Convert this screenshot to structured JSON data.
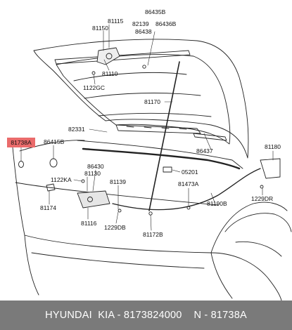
{
  "part_labels": {
    "p81115": "81115",
    "p81150": "81150",
    "p86435B": "86435B",
    "p82139": "82139",
    "p86436B": "86436B",
    "p86438": "86438",
    "p81110": "81110",
    "p1122GC": "1122GC",
    "p81170": "81170",
    "p82331": "82331",
    "p81738A": "81738A",
    "p86415B": "86415B",
    "p86437": "86437",
    "p81180": "81180",
    "p86430": "86430",
    "p81130": "81130",
    "p1122KA": "1122KA",
    "p05201": "05201",
    "p81139": "81139",
    "p81473A": "81473A",
    "p81190B": "81190B",
    "p1229DR": "1229DR",
    "p81174": "81174",
    "p1229DB": "1229DB",
    "p81116": "81116",
    "p81172B": "81172B"
  },
  "footer": {
    "text": "HYUNDAI  KIA - 8173824000    N - 81738A"
  },
  "colors": {
    "highlight": "#ea6b6b",
    "footer_bg": "#7a7a7a",
    "line": "#222222"
  }
}
